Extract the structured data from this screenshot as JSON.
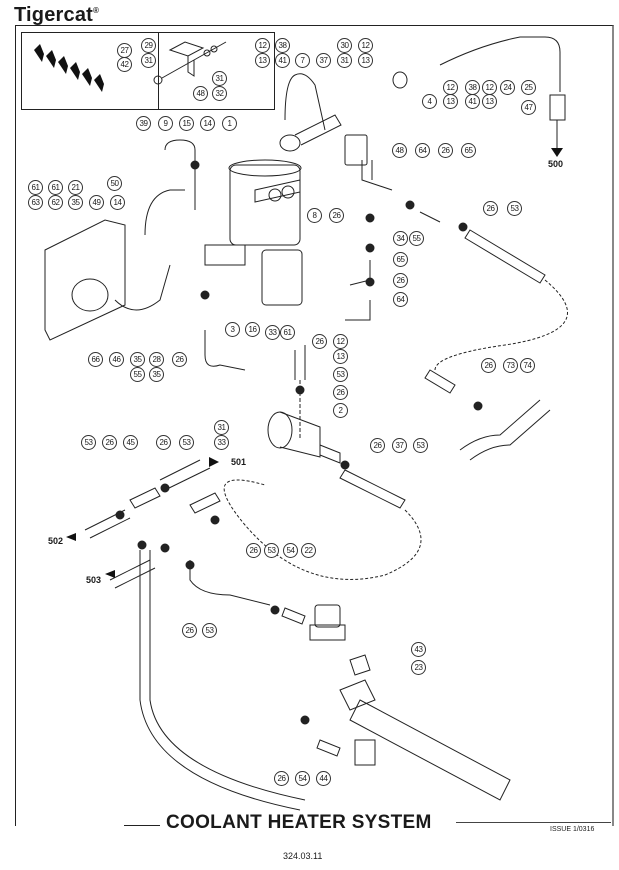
{
  "header": {
    "brand": "Tigercat",
    "trademark": "®"
  },
  "diagram": {
    "title": "COOLANT HEATER SYSTEM",
    "issue": "ISSUE 1/0316",
    "page_number": "324.03.11",
    "flow_markers": [
      "500",
      "501",
      "502",
      "503"
    ],
    "callouts": [
      {
        "id": "c1",
        "label": "27"
      },
      {
        "id": "c2",
        "label": "42"
      },
      {
        "id": "c3",
        "label": "29"
      },
      {
        "id": "c4",
        "label": "31"
      },
      {
        "id": "c5",
        "label": "48"
      },
      {
        "id": "c6",
        "label": "31"
      },
      {
        "id": "c7",
        "label": "32"
      },
      {
        "id": "c8",
        "label": "12"
      },
      {
        "id": "c9",
        "label": "13"
      },
      {
        "id": "c10",
        "label": "38"
      },
      {
        "id": "c11",
        "label": "41"
      },
      {
        "id": "c12",
        "label": "7"
      },
      {
        "id": "c13",
        "label": "37"
      },
      {
        "id": "c14",
        "label": "30"
      },
      {
        "id": "c15",
        "label": "31"
      },
      {
        "id": "c16",
        "label": "12"
      },
      {
        "id": "c17",
        "label": "13"
      },
      {
        "id": "c18",
        "label": "4"
      },
      {
        "id": "c19",
        "label": "12"
      },
      {
        "id": "c20",
        "label": "13"
      },
      {
        "id": "c21",
        "label": "38"
      },
      {
        "id": "c22",
        "label": "41"
      },
      {
        "id": "c23",
        "label": "12"
      },
      {
        "id": "c24",
        "label": "13"
      },
      {
        "id": "c25",
        "label": "24"
      },
      {
        "id": "c26",
        "label": "25"
      },
      {
        "id": "c27",
        "label": "47"
      },
      {
        "id": "c28",
        "label": "39"
      },
      {
        "id": "c29",
        "label": "9"
      },
      {
        "id": "c30",
        "label": "15"
      },
      {
        "id": "c31",
        "label": "14"
      },
      {
        "id": "c32",
        "label": "1"
      },
      {
        "id": "c33",
        "label": "48"
      },
      {
        "id": "c34",
        "label": "64"
      },
      {
        "id": "c35",
        "label": "26"
      },
      {
        "id": "c36",
        "label": "65"
      },
      {
        "id": "c37",
        "label": "61"
      },
      {
        "id": "c38",
        "label": "63"
      },
      {
        "id": "c39",
        "label": "61"
      },
      {
        "id": "c40",
        "label": "62"
      },
      {
        "id": "c41",
        "label": "21"
      },
      {
        "id": "c42",
        "label": "35"
      },
      {
        "id": "c43",
        "label": "49"
      },
      {
        "id": "c44",
        "label": "14"
      },
      {
        "id": "c45",
        "label": "50"
      },
      {
        "id": "c46",
        "label": "8"
      },
      {
        "id": "c47",
        "label": "26"
      },
      {
        "id": "c48",
        "label": "34"
      },
      {
        "id": "c49",
        "label": "55"
      },
      {
        "id": "c50",
        "label": "65"
      },
      {
        "id": "c51",
        "label": "26"
      },
      {
        "id": "c52",
        "label": "64"
      },
      {
        "id": "c53",
        "label": "26"
      },
      {
        "id": "c54",
        "label": "53"
      },
      {
        "id": "c55",
        "label": "66"
      },
      {
        "id": "c56",
        "label": "46"
      },
      {
        "id": "c57",
        "label": "35"
      },
      {
        "id": "c58",
        "label": "55"
      },
      {
        "id": "c59",
        "label": "28"
      },
      {
        "id": "c60",
        "label": "35"
      },
      {
        "id": "c61",
        "label": "26"
      },
      {
        "id": "c62",
        "label": "3"
      },
      {
        "id": "c63",
        "label": "16"
      },
      {
        "id": "c64",
        "label": "33"
      },
      {
        "id": "c65",
        "label": "61"
      },
      {
        "id": "c66",
        "label": "26"
      },
      {
        "id": "c67",
        "label": "12"
      },
      {
        "id": "c68",
        "label": "13"
      },
      {
        "id": "c69",
        "label": "53"
      },
      {
        "id": "c70",
        "label": "26"
      },
      {
        "id": "c71",
        "label": "2"
      },
      {
        "id": "c72",
        "label": "26"
      },
      {
        "id": "c73",
        "label": "73"
      },
      {
        "id": "c74",
        "label": "74"
      },
      {
        "id": "c75",
        "label": "31"
      },
      {
        "id": "c76",
        "label": "33"
      },
      {
        "id": "c77",
        "label": "53"
      },
      {
        "id": "c78",
        "label": "26"
      },
      {
        "id": "c79",
        "label": "45"
      },
      {
        "id": "c80",
        "label": "26"
      },
      {
        "id": "c81",
        "label": "53"
      },
      {
        "id": "c82",
        "label": "26"
      },
      {
        "id": "c83",
        "label": "37"
      },
      {
        "id": "c84",
        "label": "53"
      },
      {
        "id": "c85",
        "label": "26"
      },
      {
        "id": "c86",
        "label": "53"
      },
      {
        "id": "c87",
        "label": "54"
      },
      {
        "id": "c88",
        "label": "22"
      },
      {
        "id": "c89",
        "label": "26"
      },
      {
        "id": "c90",
        "label": "53"
      },
      {
        "id": "c91",
        "label": "43"
      },
      {
        "id": "c92",
        "label": "23"
      },
      {
        "id": "c93",
        "label": "26"
      },
      {
        "id": "c94",
        "label": "54"
      },
      {
        "id": "c95",
        "label": "44"
      }
    ]
  }
}
